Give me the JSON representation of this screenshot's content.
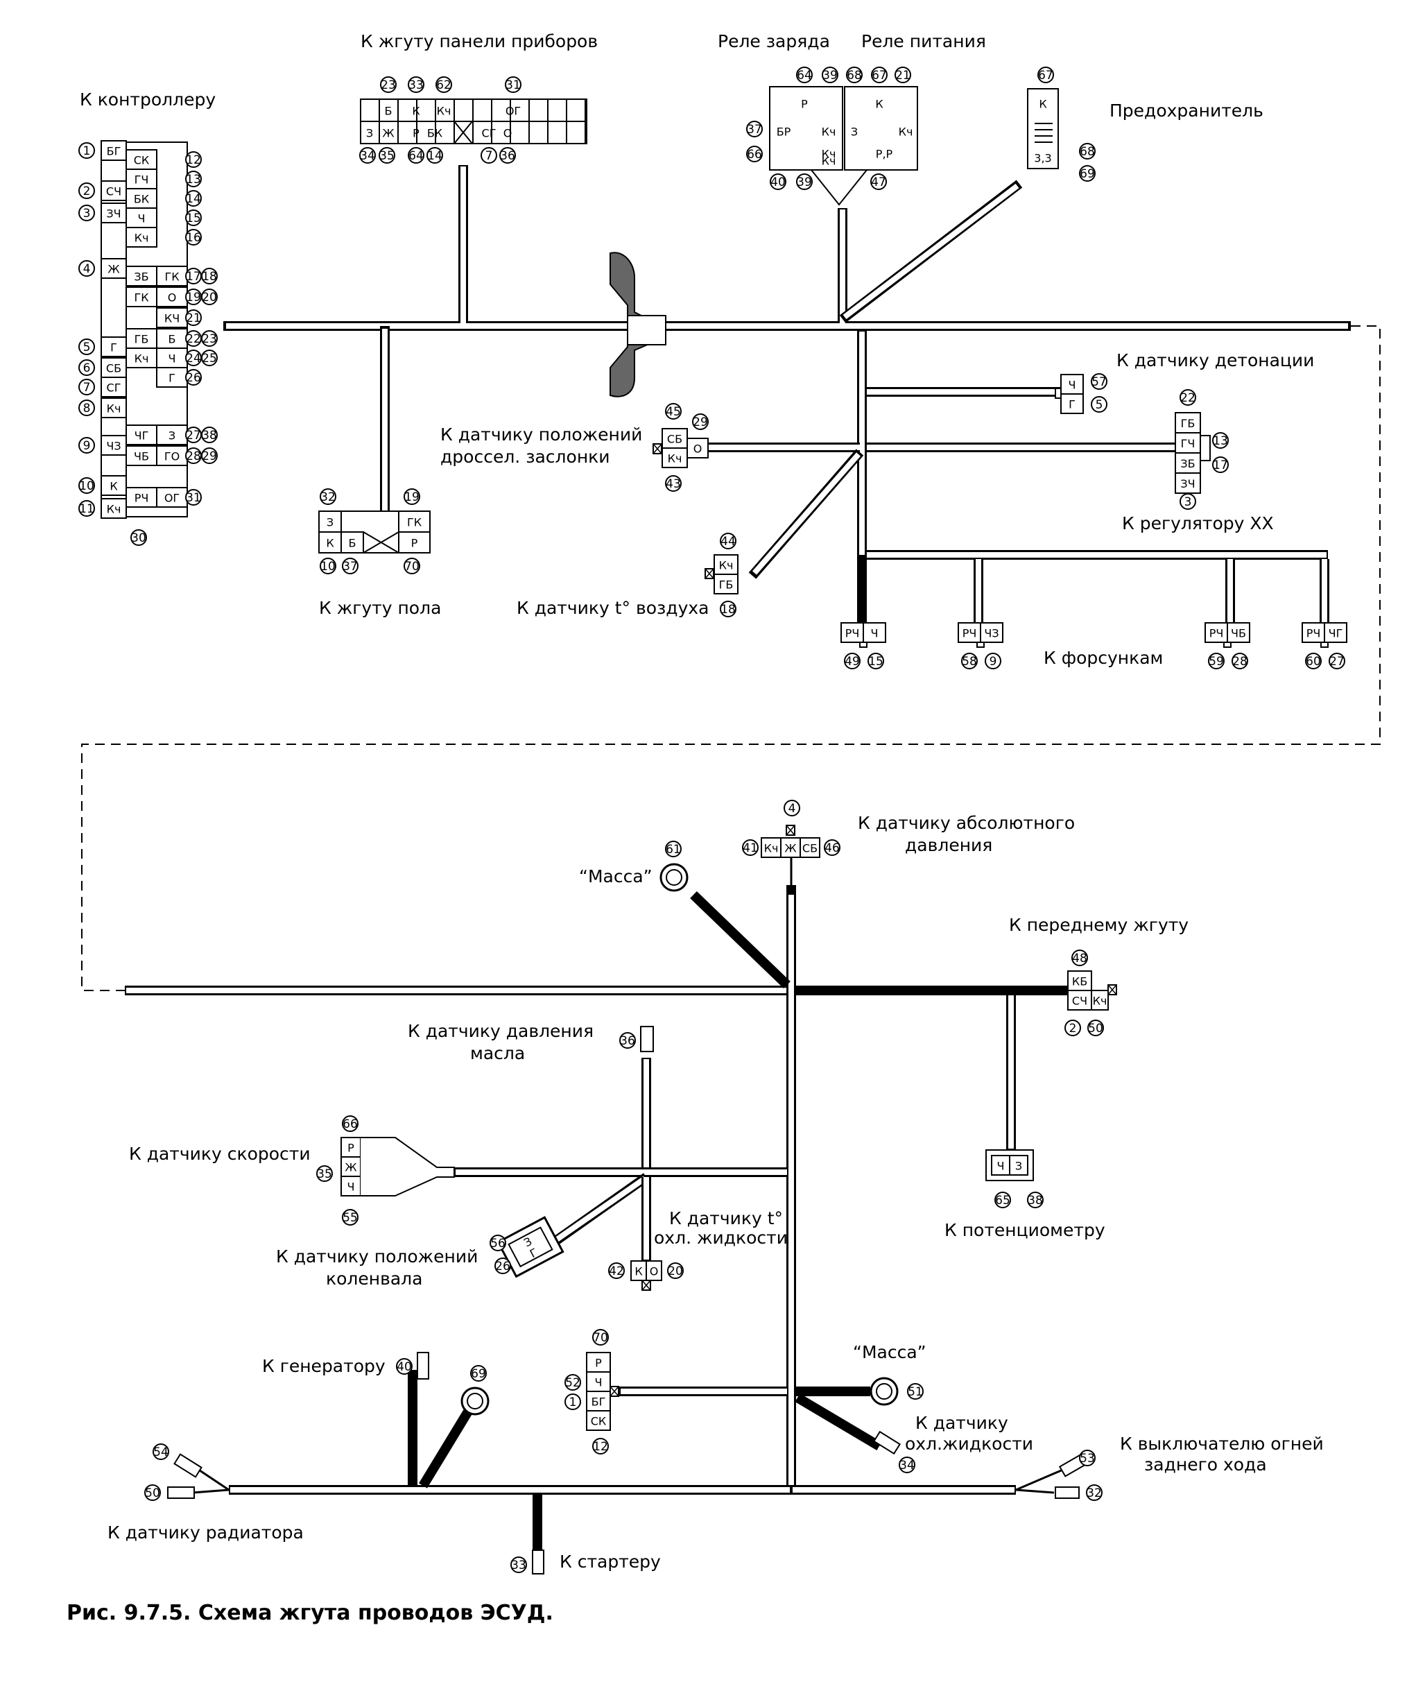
{
  "caption": "Рис. 9.7.5. Схема жгута проводов ЭСУД.",
  "labels": {
    "to_controller": "К контроллеру",
    "to_dashboard_harness": "К жгуту панели приборов",
    "charge_relay": "Реле заряда",
    "power_relay": "Реле питания",
    "fuse": "Предохранитель",
    "knock_sensor": "К датчику детонации",
    "throttle_sensor_1": "К датчику положений",
    "throttle_sensor_2": "дроссел. заслонки",
    "idle_regulator": "К регулятору XX",
    "floor_harness": "К жгуту пола",
    "air_temp_sensor": "К датчику t° воздуха",
    "injectors": "К форсункам",
    "map_sensor_1": "К датчику абсолютного",
    "map_sensor_2": "давления",
    "ground_1": "“Масса”",
    "front_harness": "К переднему жгуту",
    "oil_pressure_sensor_1": "К датчику давления",
    "oil_pressure_sensor_2": "масла",
    "speed_sensor": "К датчику скорости",
    "crank_sensor_1": "К датчику положений",
    "crank_sensor_2": "коленвала",
    "coolant_temp_sensor_1": "К датчику t°",
    "coolant_temp_sensor_2": "охл. жидкости",
    "potentiometer": "К потенциометру",
    "generator": "К генератору",
    "ground_2": "“Масса”",
    "coolant_sensor_1": "К датчику",
    "coolant_sensor_2": "охл.жидкости",
    "reverse_switch_1": "К выключателю огней",
    "reverse_switch_2": "заднего хода",
    "radiator_sensor": "К датчику радиатора",
    "starter": "К стартеру"
  },
  "controller_connector": {
    "left_numbers": [
      "1",
      "2",
      "3",
      "4",
      "5",
      "6",
      "7",
      "8",
      "9",
      "10",
      "11"
    ],
    "left_pins": [
      "БГ",
      "СЧ",
      "ЗЧ",
      "Ж",
      "Г",
      "СБ",
      "СГ",
      "Кч",
      "ЧЗ",
      "К",
      "Кч"
    ],
    "mid_pins": [
      "СК",
      "ГЧ",
      "БК",
      "Ч",
      "Кч",
      "ЗБ",
      "ГК",
      "ГБ",
      "Кч",
      "ЧГ",
      "ЧБ",
      "РЧ"
    ],
    "right_pins": [
      "ГК",
      "О",
      "КЧ",
      "Б",
      "Ч",
      "Г",
      "З",
      "ГО",
      "ОГ"
    ],
    "right_numbers": [
      "12",
      "13",
      "14",
      "15",
      "16",
      "17",
      "18",
      "19",
      "20",
      "21",
      "22",
      "23",
      "24",
      "25",
      "26",
      "27",
      "38",
      "28",
      "29",
      "31"
    ],
    "bottom_number": "30"
  },
  "dashboard_connector": {
    "top_numbers": [
      "23",
      "33",
      "62",
      "31"
    ],
    "top_pins": [
      "Б",
      "К",
      "Кч",
      "ОГ"
    ],
    "bottom_pins": [
      "З",
      "Ж",
      "Р",
      "БК",
      "СГ",
      "О"
    ],
    "bottom_numbers": [
      "34",
      "35",
      "64",
      "14",
      "7",
      "36"
    ]
  },
  "relays": {
    "top_numbers": [
      "64",
      "39",
      "68",
      "67",
      "21"
    ],
    "pins": [
      "Р",
      "К",
      "БР",
      "Кч",
      "З",
      "Кч",
      "Кч",
      "Кч",
      "Р,Р"
    ],
    "side_numbers": [
      "37",
      "66"
    ],
    "bottom_numbers": [
      "40",
      "39",
      "47"
    ]
  },
  "fuse": {
    "number": "67",
    "pins": [
      "К",
      "3,3"
    ],
    "side_numbers": [
      "68",
      "69"
    ]
  },
  "knock": {
    "pins": [
      "Ч",
      "Г"
    ],
    "numbers": [
      "57",
      "5"
    ]
  },
  "throttle": {
    "numbers": [
      "45",
      "29",
      "43"
    ],
    "pins": [
      "СБ",
      "О",
      "Кч"
    ]
  },
  "idle": {
    "top_number": "22",
    "pins": [
      "ГБ",
      "ГЧ",
      "ЗБ",
      "ЗЧ"
    ],
    "numbers": [
      "13",
      "17"
    ],
    "bottom_number": "3"
  },
  "floor": {
    "top_numbers": [
      "32",
      "19"
    ],
    "pins": [
      "З",
      "ГК",
      "К",
      "Б",
      "Р"
    ],
    "bottom_numbers": [
      "10",
      "37",
      "70"
    ]
  },
  "air_temp": {
    "numbers": [
      "44",
      "18"
    ],
    "pins": [
      "Кч",
      "ГБ"
    ]
  },
  "injectors": [
    {
      "pins": [
        "РЧ",
        "Ч"
      ],
      "numbers": [
        "49",
        "15"
      ]
    },
    {
      "pins": [
        "РЧ",
        "ЧЗ"
      ],
      "numbers": [
        "58",
        "9"
      ]
    },
    {
      "pins": [
        "РЧ",
        "ЧБ"
      ],
      "numbers": [
        "59",
        "28"
      ]
    },
    {
      "pins": [
        "РЧ",
        "ЧГ"
      ],
      "numbers": [
        "60",
        "27"
      ]
    }
  ],
  "map": {
    "top_number": "4",
    "numbers": [
      "41",
      "46"
    ],
    "pins": [
      "Кч",
      "Ж",
      "СБ"
    ]
  },
  "ground_1_number": "61",
  "front": {
    "top_number": "48",
    "pins": [
      "КБ",
      "СЧ",
      "Кч"
    ],
    "numbers": [
      "2",
      "50"
    ]
  },
  "oil_number": "36",
  "speed": {
    "numbers": [
      "66",
      "35",
      "55"
    ],
    "pins": [
      "Р",
      "Ж",
      "Ч"
    ]
  },
  "crank": {
    "numbers": [
      "56",
      "26"
    ],
    "pins": [
      "З",
      "Г"
    ]
  },
  "coolant_temp": {
    "numbers": [
      "42",
      "20"
    ],
    "pins": [
      "К",
      "О"
    ]
  },
  "pot": {
    "pins": [
      "Ч",
      "З"
    ],
    "numbers": [
      "65",
      "38"
    ]
  },
  "gen_number": "40",
  "ground_69": "69",
  "lower_connector": {
    "numbers": [
      "70",
      "52",
      "1",
      "12"
    ],
    "pins": [
      "Р",
      "Ч",
      "БГ",
      "СК"
    ]
  },
  "ground_2_number": "51",
  "coolant_number": "34",
  "reverse_numbers": [
    "53",
    "32"
  ],
  "radiator_numbers": [
    "54",
    "50"
  ],
  "starter_number": "33"
}
